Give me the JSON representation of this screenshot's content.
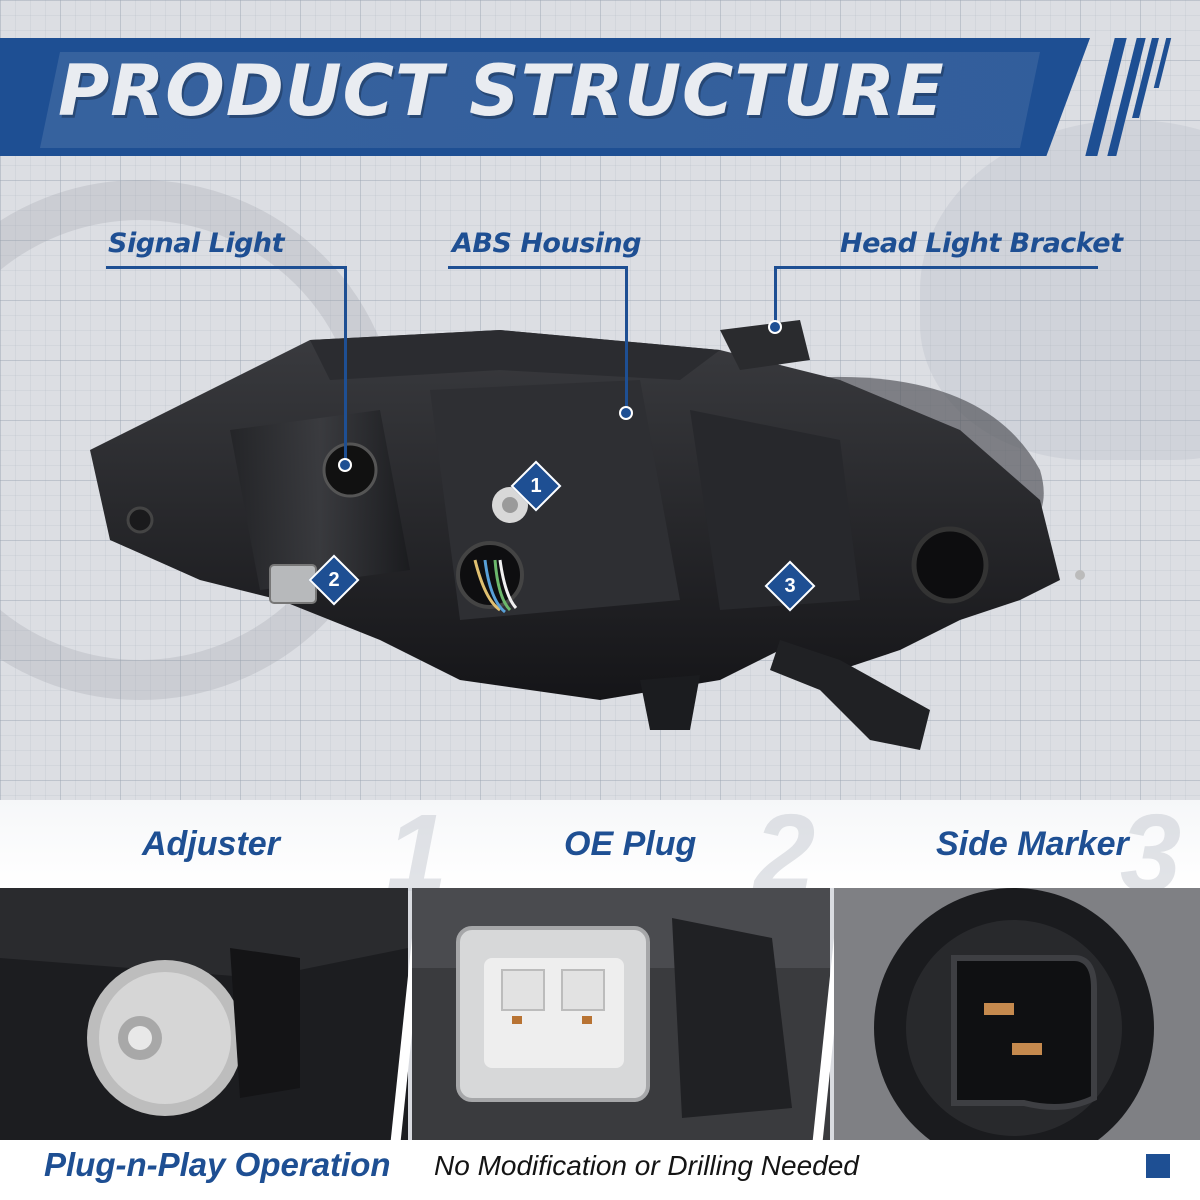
{
  "banner": {
    "title": "PRODUCT STRUCTURE",
    "accent_color": "#1e4f93"
  },
  "callouts": [
    {
      "label": "Signal Light"
    },
    {
      "label": "ABS Housing"
    },
    {
      "label": "Head Light Bracket"
    }
  ],
  "markers": [
    "1",
    "2",
    "3"
  ],
  "features": [
    {
      "label": "Adjuster",
      "number": "1"
    },
    {
      "label": "OE Plug",
      "number": "2"
    },
    {
      "label": "Side Marker",
      "number": "3"
    }
  ],
  "footer": {
    "title": "Plug-n-Play Operation",
    "subtitle": "No Modification or Drilling Needed"
  },
  "icons": [
    "headlight-image",
    "adjuster-photo",
    "oe-plug-photo",
    "side-marker-photo"
  ]
}
